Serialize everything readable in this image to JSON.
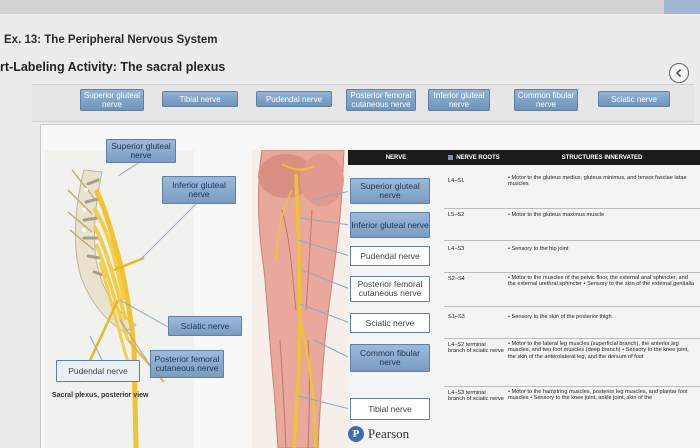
{
  "header": {
    "exercise_title": "Ex. 13: The Peripheral Nervous System",
    "activity_title": "rt-Labeling Activity: The sacral plexus"
  },
  "label_bank": [
    "Superior gluteal nerve",
    "Tibial nerve",
    "Pudendal nerve",
    "Posterior femoral cutaneous nerve",
    "Inferior gluteal nerve",
    "Common fibular nerve",
    "Sciatic nerve"
  ],
  "spine_targets": {
    "superior_gluteal": "Superior gluteal nerve",
    "inferior_gluteal": "Inferior gluteal nerve",
    "sciatic": "Sciatic nerve",
    "posterior_femoral": "Posterior femoral cutaneous nerve",
    "pudendal": "Pudendal nerve"
  },
  "figure_caption": "Sacral plexus, posterior view",
  "table": {
    "headers": {
      "nerve": "NERVE",
      "roots": "NERVE ROOTS",
      "structures": "STRUCTURES INNERVATED"
    },
    "rows": [
      {
        "nerve": "Superior gluteal nerve",
        "roots": "L4–S1",
        "structures": "• Motor to the gluteus medius, gluteus minimus, and tensor fasciae latae muscles"
      },
      {
        "nerve": "Inferior gluteal nerve",
        "roots": "L5–S2",
        "structures": "• Motor to the gluteus maximus muscle"
      },
      {
        "nerve": "Pudendal nerve",
        "roots": "L4–S3",
        "structures": "• Sensory to the hip joint"
      },
      {
        "nerve": "Posterior femoral cutaneous nerve",
        "roots": "S2–S4",
        "structures": "• Motor to the muscles of the pelvic floor, the external anal sphincter, and the external urethral sphincter • Sensory to the skin of the external genitalia"
      },
      {
        "nerve": "Sciatic nerve",
        "roots": "S1–S3",
        "structures": "• Sensory to the skin of the posterior thigh"
      },
      {
        "nerve": "Common fibular nerve",
        "roots": "L4–S2 terminal branch of sciatic nerve",
        "structures": "• Motor to the lateral leg muscles (superficial branch), the anterior leg muscles, and two foot muscles (deep branch) • Sensory to the knee joint, the skin of the anterolateral leg, and the dorsum of foot"
      },
      {
        "nerve": "Tibial nerve",
        "roots": "L4–S3 terminal branch of sciatic nerve",
        "structures": "• Motor to the hamstring muscles, posterior leg muscles, and plantar foot muscles • Sensory to the knee joint, ankle joint, skin of the"
      }
    ]
  },
  "footer": {
    "brand": "Pearson"
  },
  "colors": {
    "chip_fill": "#7fa2c8",
    "chip_border": "#5f7fa3",
    "nerve_yellow": "#f1c232",
    "table_header": "#1b1b1b",
    "leader_line": "#8ea9c5"
  }
}
